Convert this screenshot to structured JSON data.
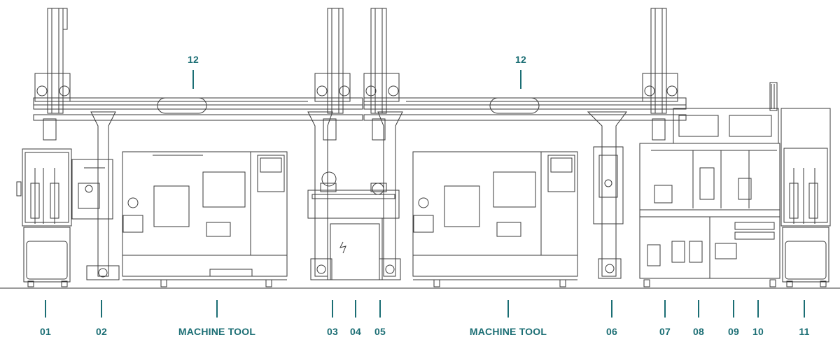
{
  "colors": {
    "callout": "#1b6e74",
    "linework": "#3a3a3a",
    "background": "#ffffff"
  },
  "top_callouts": [
    {
      "label": "12"
    },
    {
      "label": "12"
    }
  ],
  "bottom_callouts": [
    {
      "label": "01"
    },
    {
      "label": "02"
    },
    {
      "label": "MACHINE TOOL"
    },
    {
      "label": "03"
    },
    {
      "label": "04"
    },
    {
      "label": "05"
    },
    {
      "label": "MACHINE TOOL"
    },
    {
      "label": "06"
    },
    {
      "label": "07"
    },
    {
      "label": "08"
    },
    {
      "label": "09"
    },
    {
      "label": "10"
    },
    {
      "label": "11"
    }
  ]
}
